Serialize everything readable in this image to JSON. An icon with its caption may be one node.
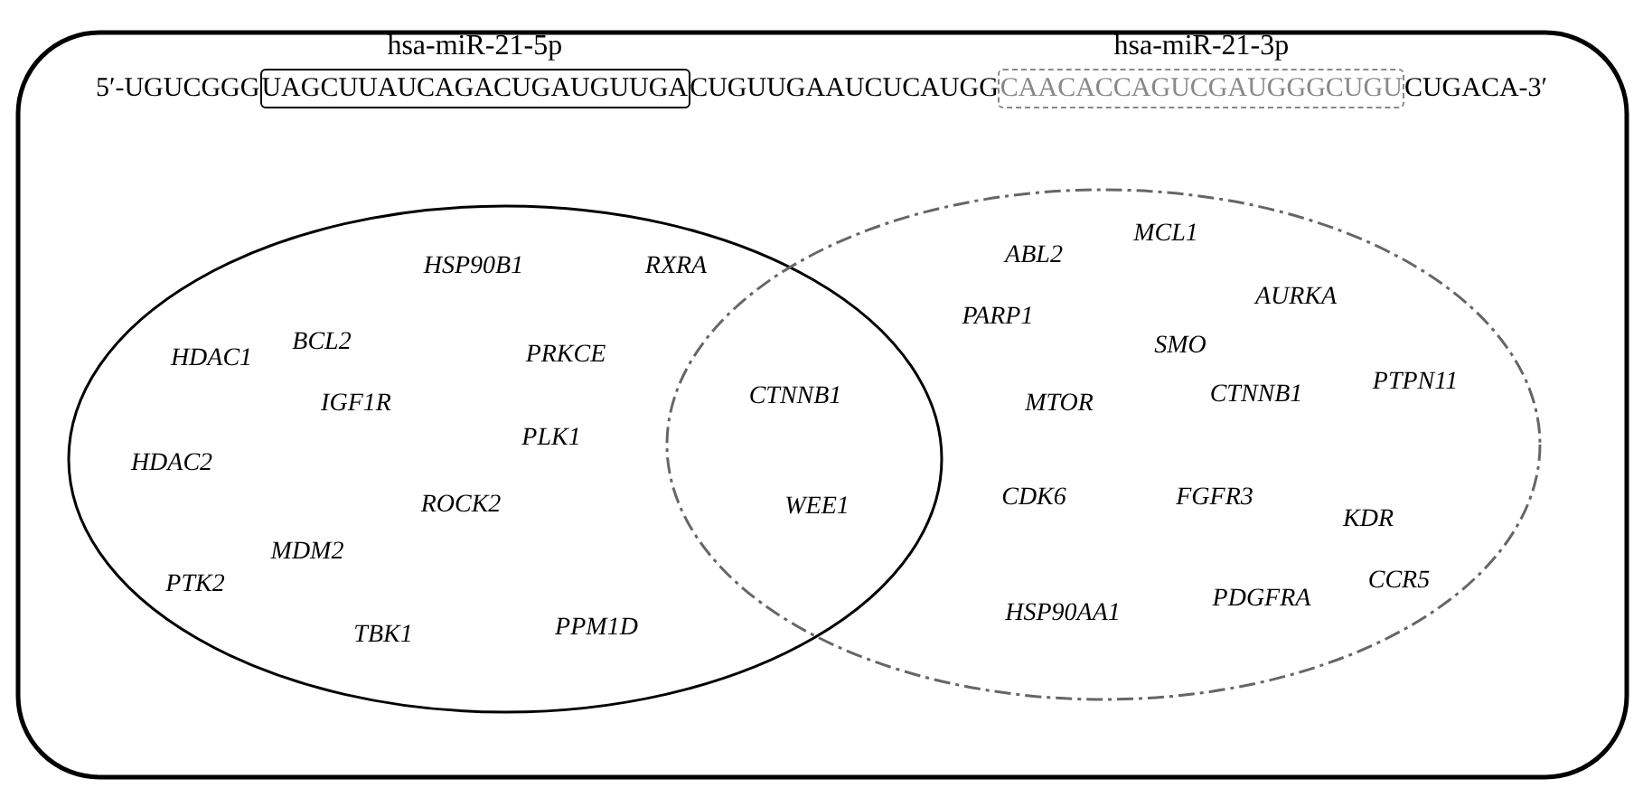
{
  "diagram": {
    "nodes": [
      {
        "text": [
          "hsa-miR-21-5p",
          "UAGCUUAUCAGACUGAUGUUGA"
        ]
      },
      {
        "text": [
          "hsa-miR-21-3p",
          "CAACACCAGUCGAUGGGCUGU"
        ]
      },
      {
        "text": [],
        "shape": "ellipse"
      },
      {
        "text": [],
        "shape": "ellipse"
      }
    ],
    "labels": [
      "5′-UGUCGGG",
      "CUGUUGAAUCUCAUGG",
      "CUGACA-3′",
      "HSP90B1",
      "RXRA",
      "BCL2",
      "HDAC1",
      "PRKCE",
      "IGF1R",
      "PLK1",
      "HDAC2",
      "ROCK2",
      "MDM2",
      "PTK2",
      "PPM1D",
      "TBK1",
      "CTNNB1",
      "WEE1",
      "MCL1",
      "ABL2",
      "AURKA",
      "PARP1",
      "SMO",
      "PTPN11",
      "CTNNB1",
      "MTOR",
      "CDK6",
      "FGFR3",
      "KDR",
      "CCR5",
      "PDGFRA",
      "HSP90AA1"
    ]
  }
}
